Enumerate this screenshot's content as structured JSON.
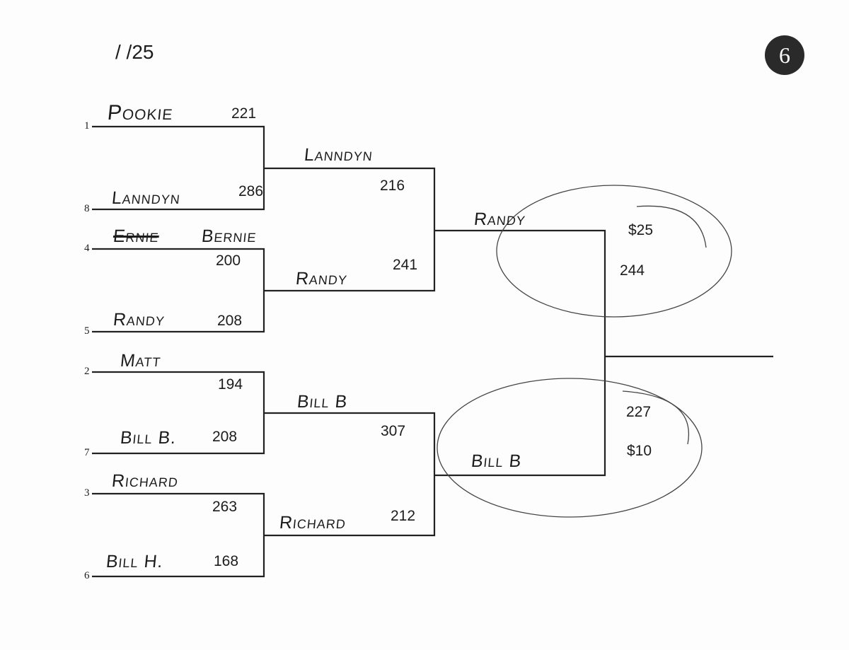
{
  "header": {
    "date": "/   /25",
    "page_number": "6"
  },
  "round1": [
    {
      "seed": "1",
      "name": "Pookie",
      "score": "221"
    },
    {
      "seed": "8",
      "name": "Lanndyn",
      "score": "286"
    },
    {
      "seed": "4",
      "name_struck": "Ernie",
      "name": "Bernie",
      "score": "200"
    },
    {
      "seed": "5",
      "name": "Randy",
      "score": "208"
    },
    {
      "seed": "2",
      "name": "Matt",
      "score": "194"
    },
    {
      "seed": "7",
      "name": "Bill B.",
      "score": "208"
    },
    {
      "seed": "3",
      "name": "Richard",
      "score": "263"
    },
    {
      "seed": "6",
      "name": "Bill H.",
      "score": "168"
    }
  ],
  "round2": [
    {
      "name": "Lanndyn",
      "score": "216"
    },
    {
      "name": "Randy",
      "score": "241"
    },
    {
      "name": "Bill B",
      "score": "307"
    },
    {
      "name": "Richard",
      "score": "212"
    }
  ],
  "round3": [
    {
      "name": "Randy",
      "score": "244",
      "prize": "$25"
    },
    {
      "name": "Bill B",
      "score": "227",
      "prize": "$10"
    }
  ]
}
